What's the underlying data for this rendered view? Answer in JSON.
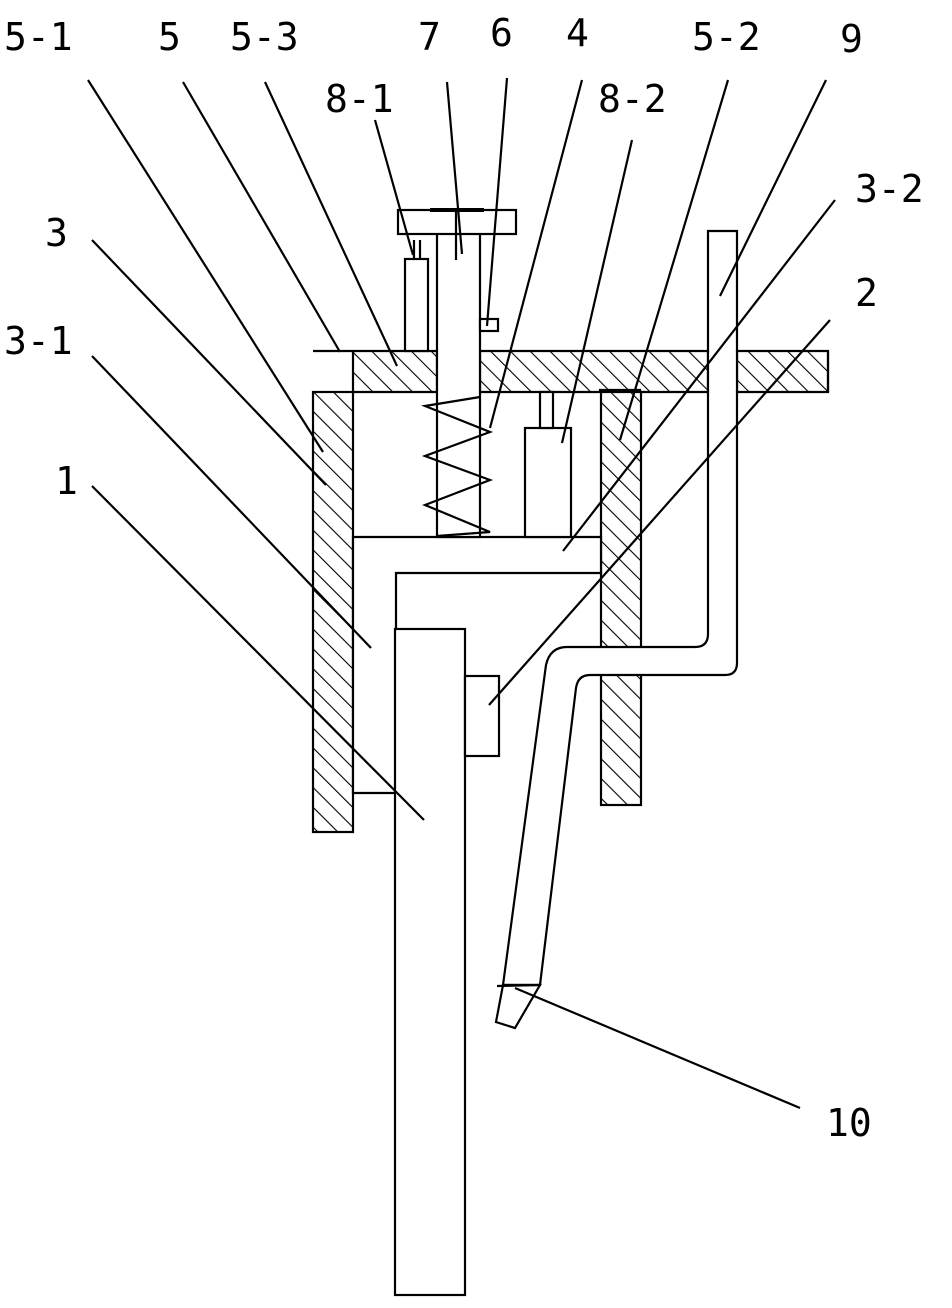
{
  "labels": {
    "l_5_1": "5-1",
    "l_5": "5",
    "l_5_3": "5-3",
    "l_7": "7",
    "l_6": "6",
    "l_4": "4",
    "l_5_2": "5-2",
    "l_9": "9",
    "l_8_1": "8-1",
    "l_8_2": "8-2",
    "l_3_2": "3-2",
    "l_3": "3",
    "l_2": "2",
    "l_3_1": "3-1",
    "l_1": "1",
    "l_10": "10"
  }
}
